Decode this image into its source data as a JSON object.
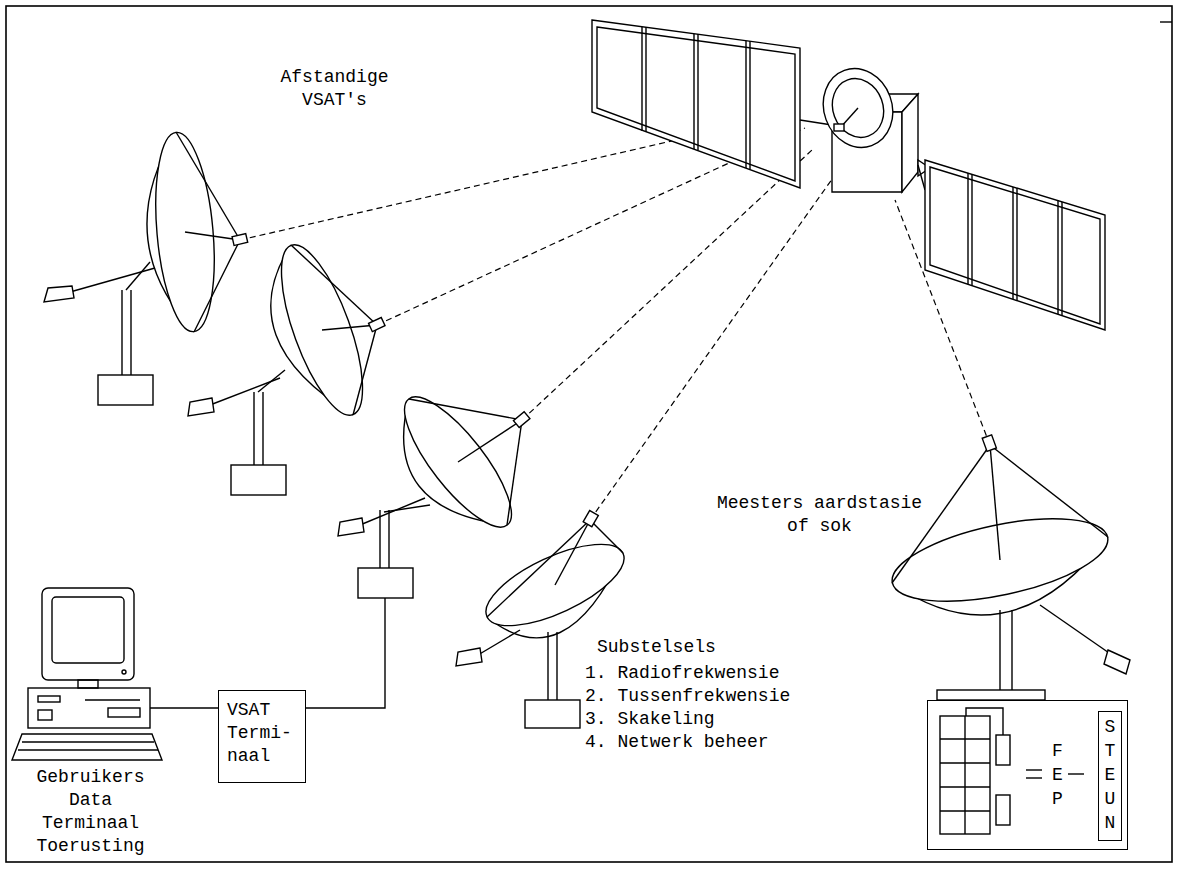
{
  "diagram": {
    "nodes": [
      {
        "text": [
          "VSAT Termi- naal"
        ]
      },
      {
        "text": [
          "FEP"
        ]
      },
      {
        "text": [
          "STEUN"
        ],
        "in": 1
      }
    ],
    "labels": [
      "Afstandige VSAT's",
      "Gebruikers Data Terminaal Toerusting",
      "Substelsels",
      "1. Radiofrekwensie",
      "2. Tussenfrekwensie",
      "3. Skakeling",
      "4. Netwerk beheer",
      "Meesters aardstasie of sok"
    ]
  }
}
